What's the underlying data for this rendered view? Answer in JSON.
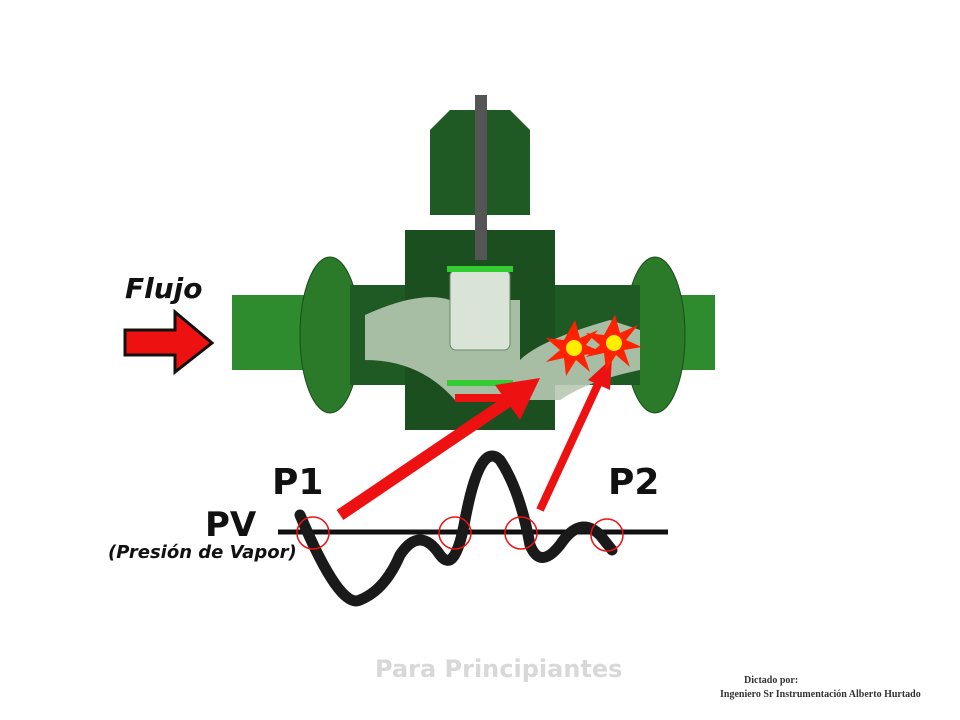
{
  "labels": {
    "flow": "Flujo",
    "p1": "P1",
    "p2": "P2",
    "pv": "PV",
    "pv_description": "(Presión de Vapor)"
  },
  "footer": {
    "title": "Para Principiantes",
    "credit_line1": "Dictado por:",
    "credit_line2": "Ingeniero Sr Instrumentación Alberto Hurtado"
  },
  "colors": {
    "valve_green": "#2e7d32",
    "arrow_red": "#ee1111",
    "curve": "#1a1a1a"
  }
}
